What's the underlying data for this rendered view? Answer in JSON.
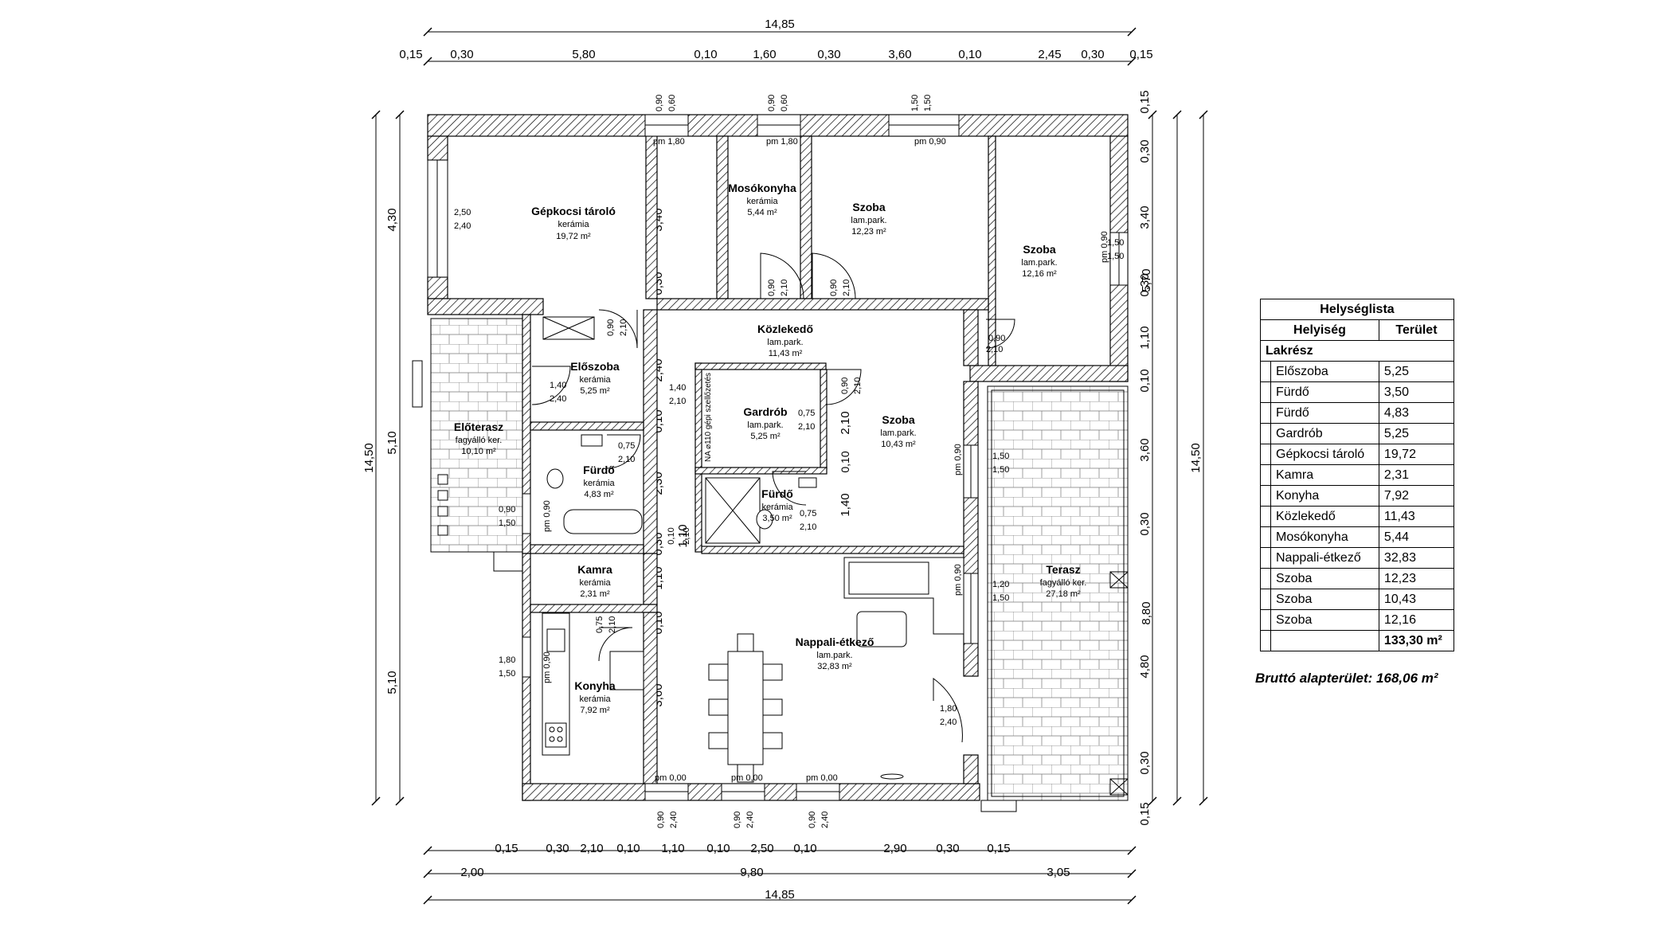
{
  "dimensions": {
    "top_total": "14,85",
    "top_segments": [
      "0,15",
      "0,30",
      "5,80",
      "0,10",
      "1,60",
      "0,30",
      "3,60",
      "0,10",
      "2,45",
      "0,30",
      "0,15"
    ],
    "bottom_segments": [
      "0,15",
      "0,30",
      "2,10",
      "0,10",
      "1,10",
      "0,10",
      "2,50",
      "0,10",
      "2,90",
      "0,30",
      "0,15"
    ],
    "bottom_mid": [
      "2,00",
      "9,80",
      "3,05"
    ],
    "bottom_total": "14,85",
    "left_outer": "14,50",
    "left_segments": [
      "4,30",
      "5,10",
      "5,10"
    ],
    "left_inner": [
      "3,40",
      "0,30",
      "2,40",
      "0,10",
      "2,30",
      "0,30",
      "1,10",
      "0,10",
      "3,60"
    ],
    "right_outer": "14,50",
    "right_segments": [
      "5,70",
      "8,80"
    ],
    "right_inner": [
      "0,15",
      "0,30",
      "3,40",
      "0,30",
      "1,10",
      "0,10",
      "3,60",
      "0,30",
      "4,80",
      "0,30",
      "0,15"
    ],
    "misc_inner": [
      "1,40",
      "2,10",
      "2,10",
      "1,10",
      "0,10",
      "2,10",
      "1,40"
    ]
  },
  "openings": {
    "top": [
      [
        "0,90",
        "0,60",
        "pm 1,80"
      ],
      [
        "0,90",
        "0,60",
        "pm 1,80"
      ],
      [
        "1,50",
        "1,50",
        "pm 0,90"
      ]
    ],
    "bottom": [
      [
        "0,90",
        "2,40",
        "pm 0,00"
      ],
      [
        "0,90",
        "2,40",
        "pm 0,00"
      ],
      [
        "0,90",
        "2,40",
        "pm 0,00"
      ]
    ],
    "doors": [
      [
        "0,90",
        "2,10"
      ],
      [
        "0,90",
        "2,10"
      ],
      [
        "0,90",
        "2,10"
      ],
      [
        "0,90",
        "2,10"
      ],
      [
        "0,75",
        "2,10"
      ],
      [
        "0,75",
        "2,10"
      ],
      [
        "0,75",
        "2,10"
      ],
      [
        "0,90",
        "2,10"
      ],
      [
        "0,75",
        "2,10"
      ]
    ],
    "windows": [
      [
        "2,50",
        "2,40"
      ],
      [
        "1,50",
        "1,50"
      ],
      [
        "1,40",
        "2,40"
      ],
      [
        "1,40",
        "2,10"
      ],
      [
        "0,90",
        "1,50"
      ],
      [
        "1,50",
        "1,50"
      ],
      [
        "1,20",
        "1,50"
      ],
      [
        "1,80",
        "1,50"
      ],
      [
        "1,80",
        "2,40"
      ]
    ],
    "pm_labels": [
      "pm 0,90",
      "pm 0,90",
      "pm 0,90",
      "pm 0,90",
      "pm 0,90"
    ],
    "note": "NA ⌀110 gépi szellőzetés"
  },
  "rooms": {
    "garage": {
      "name": "Gépkocsi tároló",
      "mat": "kerámia",
      "area": "19,72 m²"
    },
    "laundry": {
      "name": "Mosókonyha",
      "mat": "kerámia",
      "area": "5,44 m²"
    },
    "bedroom1": {
      "name": "Szoba",
      "mat": "lam.park.",
      "area": "12,23 m²"
    },
    "bedroom2": {
      "name": "Szoba",
      "mat": "lam.park.",
      "area": "12,16 m²"
    },
    "hall": {
      "name": "Közlekedő",
      "mat": "lam.park.",
      "area": "11,43 m²"
    },
    "entry": {
      "name": "Előszoba",
      "mat": "kerámia",
      "area": "5,25 m²"
    },
    "porch": {
      "name": "Előterasz",
      "mat": "fagyálló ker.",
      "area": "10,10 m²"
    },
    "wardrobe": {
      "name": "Gardrób",
      "mat": "lam.park.",
      "area": "5,25 m²"
    },
    "bedroom3": {
      "name": "Szoba",
      "mat": "lam.park.",
      "area": "10,43 m²"
    },
    "bath1": {
      "name": "Fürdő",
      "mat": "kerámia",
      "area": "4,83 m²"
    },
    "bath2": {
      "name": "Fürdő",
      "mat": "kerámia",
      "area": "3,50 m²"
    },
    "pantry": {
      "name": "Kamra",
      "mat": "kerámia",
      "area": "2,31 m²"
    },
    "kitchen": {
      "name": "Konyha",
      "mat": "kerámia",
      "area": "7,92 m²"
    },
    "living": {
      "name": "Nappali-étkező",
      "mat": "lam.park.",
      "area": "32,83 m²"
    },
    "terrace": {
      "name": "Terasz",
      "mat": "fagyálló ker.",
      "area": "27,18 m²"
    }
  },
  "room_list": {
    "title": "Helységlista",
    "col_room": "Helyiség",
    "col_area": "Terület",
    "category": "Lakrész",
    "rows": [
      [
        "Előszoba",
        "5,25"
      ],
      [
        "Fürdő",
        "3,50"
      ],
      [
        "Fürdő",
        "4,83"
      ],
      [
        "Gardrób",
        "5,25"
      ],
      [
        "Gépkocsi tároló",
        "19,72"
      ],
      [
        "Kamra",
        "2,31"
      ],
      [
        "Konyha",
        "7,92"
      ],
      [
        "Közlekedő",
        "11,43"
      ],
      [
        "Mosókonyha",
        "5,44"
      ],
      [
        "Nappali-étkező",
        "32,83"
      ],
      [
        "Szoba",
        "12,23"
      ],
      [
        "Szoba",
        "10,43"
      ],
      [
        "Szoba",
        "12,16"
      ]
    ],
    "total": "133,30 m²"
  },
  "gross_area": "Bruttó alapterület: 168,06 m²"
}
